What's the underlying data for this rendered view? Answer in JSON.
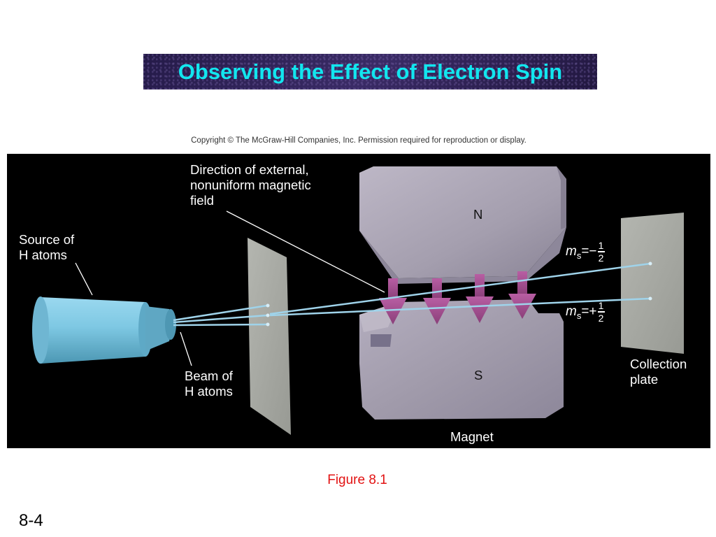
{
  "slide": {
    "title": "Observing the Effect of Electron Spin",
    "copyright": "Copyright © The McGraw-Hill Companies, Inc. Permission required for reproduction or display.",
    "figure_caption": "Figure 8.1",
    "page_number": "8-4"
  },
  "diagram": {
    "labels": {
      "direction_line1": "Direction of external,",
      "direction_line2": "nonuniform magnetic",
      "direction_line3": "field",
      "source_line1": "Source of",
      "source_line2": "H atoms",
      "beam_line1": "Beam of",
      "beam_line2": "H atoms",
      "north": "N",
      "south": "S",
      "magnet": "Magnet",
      "collection_line1": "Collection",
      "collection_line2": "plate"
    },
    "spin_up": {
      "symbol": "m",
      "subscript": "s",
      "sign": "=−",
      "numerator": "1",
      "denominator": "2"
    },
    "spin_down": {
      "symbol": "m",
      "subscript": "s",
      "sign": "=+",
      "numerator": "1",
      "denominator": "2"
    },
    "colors": {
      "background": "#000000",
      "source_cylinder": "#7ec8e3",
      "beam": "#9fd3ea",
      "magnet": "#a9a3b3",
      "arrows": "#a0508f",
      "plate": "#a8aaa4",
      "title_text": "#12e6ef",
      "caption": "#e21212"
    }
  }
}
